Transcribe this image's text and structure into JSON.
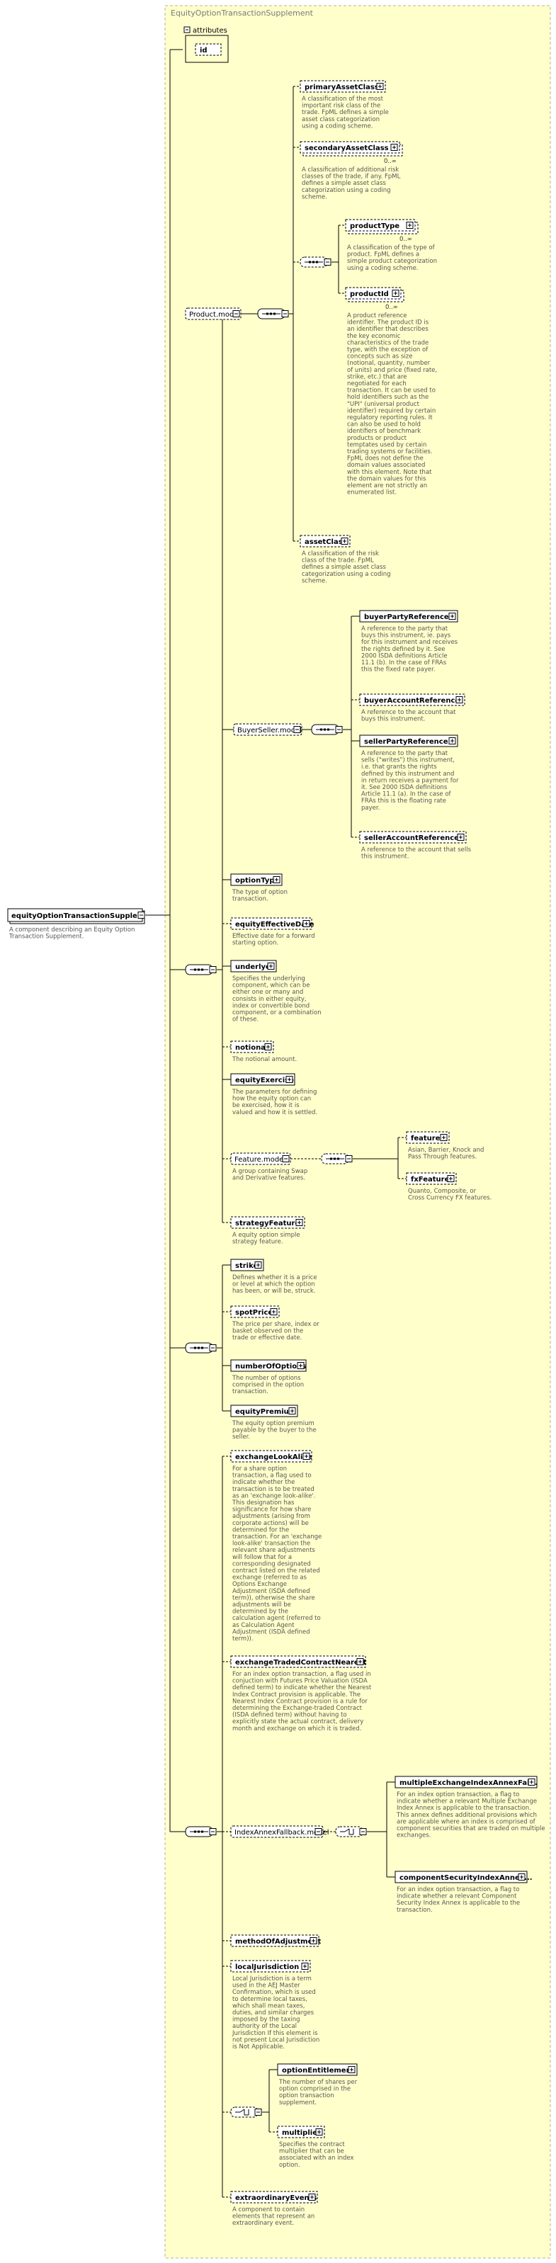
{
  "diagram": {
    "title": "EquityOptionTransactionSupplement",
    "root": {
      "label": "equityOptionTransactionSupple...",
      "doc": [
        "A component describing an Equity Option",
        "Transaction Supplement."
      ]
    },
    "attributes": {
      "label": "attributes",
      "id_label": "id"
    },
    "product_model": {
      "label": "Product.model",
      "primaryAssetClass": {
        "label": "primaryAssetClass",
        "doc": [
          "A classification of the most",
          "important risk class of the",
          "trade. FpML defines a simple",
          "asset class categorization",
          "using a coding scheme."
        ]
      },
      "secondaryAssetClass": {
        "label": "secondaryAssetClass",
        "occ": "0..∞",
        "doc": [
          "A classification of additional risk",
          "classes of the trade, if any. FpML",
          "defines a simple asset class",
          "categorization using a coding",
          "scheme."
        ]
      },
      "productType": {
        "label": "productType",
        "occ": "0..∞",
        "doc": [
          "A classification of the type of",
          "product. FpML defines a",
          "simple product categorization",
          "using a coding scheme."
        ]
      },
      "productId": {
        "label": "productId",
        "occ": "0..∞",
        "doc": [
          "A product reference",
          "identifier. The product ID is",
          "an identifier that describes",
          "the key economic",
          "characteristics of the trade",
          "type, with the exception of",
          "concepts such as size",
          "(notional, quantity, number",
          "of units) and price (fixed rate,",
          "strike, etc.) that are",
          "negotiated for each",
          "transaction. It can be used to",
          "hold identifiers such as the",
          "\"UPI\" (universal product",
          "identifier) required by certain",
          "regulatory reporting rules. It",
          "can also be used to hold",
          "identifiers of benchmark",
          "products or product",
          "temptates used by certain",
          "trading systems or facilities.",
          "FpML does not define the",
          "domain values associated",
          "with this element. Note that",
          "the domain values for this",
          "element are not strictly an",
          "enumerated list."
        ]
      },
      "assetClass": {
        "label": "assetClass",
        "doc": [
          "A classification of the risk",
          "class of the trade. FpML",
          "defines a simple asset class",
          "categorization using a coding",
          "scheme."
        ]
      }
    },
    "buyer_seller_model": {
      "label": "BuyerSeller.model",
      "buyerPartyReference": {
        "label": "buyerPartyReference",
        "doc": [
          "A reference to the party that",
          "buys this instrument, ie. pays",
          "for this instrument and receives",
          "the rights defined by it. See",
          "2000 ISDA definitions Article",
          "11.1 (b). In the case of FRAs",
          "this the fixed rate payer."
        ]
      },
      "buyerAccountReference": {
        "label": "buyerAccountReference",
        "doc": [
          "A reference to the account that",
          "buys this instrument."
        ]
      },
      "sellerPartyReference": {
        "label": "sellerPartyReference",
        "doc": [
          "A reference to the party that",
          "sells (\"writes\") this instrument,",
          "i.e. that grants the rights",
          "defined by this instrument and",
          "in return receives a payment for",
          "it. See 2000 ISDA definitions",
          "Article 11.1 (a). In the case of",
          "FRAs this is the floating rate",
          "payer."
        ]
      },
      "sellerAccountReference": {
        "label": "sellerAccountReference",
        "doc": [
          "A reference to the account that sells",
          "this instrument."
        ]
      }
    },
    "optionType": {
      "label": "optionType",
      "doc": [
        "The type of option",
        "transaction."
      ]
    },
    "equityEffectiveDate": {
      "label": "equityEffectiveDate",
      "doc": [
        "Effective date for a forward",
        "starting option."
      ]
    },
    "underlyer": {
      "label": "underlyer",
      "doc": [
        "Specifies the underlying",
        "component, which can be",
        "either one or many and",
        "consists in either equity,",
        "index or convertible bond",
        "component, or a combination",
        "of these."
      ]
    },
    "notional": {
      "label": "notional",
      "doc": [
        "The notional amount."
      ]
    },
    "equityExercise": {
      "label": "equityExercise",
      "doc": [
        "The parameters for defining",
        "how the equity option can",
        "be exercised, how it is",
        "valued and how it is settled."
      ]
    },
    "feature_model": {
      "label": "Feature.model",
      "doc": [
        "A group containing Swap",
        "and Derivative features."
      ],
      "feature": {
        "label": "feature",
        "doc": [
          "Asian, Barrier, Knock and",
          "Pass Through features."
        ]
      },
      "fxFeature": {
        "label": "fxFeature",
        "doc": [
          "Quanto, Composite, or",
          "Cross Currency FX features."
        ]
      }
    },
    "strategyFeature": {
      "label": "strategyFeature",
      "doc": [
        "A equity option simple",
        "strategy feature."
      ]
    },
    "strike": {
      "label": "strike",
      "doc": [
        "Defines whether it is a price",
        "or level at which the option",
        "has been, or will be, struck."
      ]
    },
    "spotPrice": {
      "label": "spotPrice",
      "doc": [
        "The price per share, index or",
        "basket observed on the",
        "trade or effective date."
      ]
    },
    "numberOfOptions": {
      "label": "numberOfOptions",
      "doc": [
        "The number of options",
        "comprised in the option",
        "transaction."
      ]
    },
    "equityPremium": {
      "label": "equityPremium",
      "doc": [
        "The equity option premium",
        "payable by the buyer to the",
        "seller."
      ]
    },
    "exchangeLookAlike": {
      "label": "exchangeLookAlike",
      "doc": [
        "For a share option",
        "transaction, a flag used to",
        "indicate whether the",
        "transaction is to be treated",
        "as an 'exchange look-alike'.",
        "This designation has",
        "significance for how share",
        "adjustments (arising from",
        "corporate actions) will be",
        "determined for the",
        "transaction. For an 'exchange",
        "look-alike' transaction the",
        "relevant share adjustments",
        "will follow that for a",
        "corresponding designated",
        "contract listed on the related",
        "exchange (referred to as",
        "Options Exchange",
        "Adjustment (ISDA defined",
        "term)), otherwise the share",
        "adjustments will be",
        "determined by the",
        "calculation agent (referred to",
        "as Calculation Agent",
        "Adjustment (ISDA defined",
        "term))."
      ]
    },
    "exchangeTradedContractNearest": {
      "label": "exchangeTradedContractNearest",
      "doc": [
        "For an index option transaction, a flag used in",
        "conjuction with Futures Price Valuation (ISDA",
        "defined term) to indicate whether the Nearest",
        "Index Contract provision is applicable. The",
        "Nearest Index Contract provision is a rule for",
        "determining the Exchange-traded Contract",
        "(ISDA defined term) without having to",
        "explicitly state the actual contract, delivery",
        "month and exchange on which it is traded."
      ]
    },
    "indexAnnexFallback": {
      "label": "IndexAnnexFallback.model",
      "multipleExchangeIndexAnnexFallback": {
        "label": "multipleExchangeIndexAnnexFal...",
        "doc": [
          "For an index option transaction, a flag to",
          "indicate whether a relevant Multiple Exchange",
          "Index Annex is applicable to the transaction.",
          "This annex defines additional provisions which",
          "are applicable where an index is comprised of",
          "component securities that are traded on multiple",
          "exchanges."
        ]
      },
      "componentSecurityIndexAnnexFallback": {
        "label": "componentSecurityIndexAnnex...",
        "doc": [
          "For an index option transaction, a flag to",
          "indicate whether a relevant Component",
          "Security Index Annex is applicable to the",
          "transaction."
        ]
      }
    },
    "methodOfAdjustment": {
      "label": "methodOfAdjustment"
    },
    "localJurisdiction": {
      "label": "localJurisdiction",
      "doc": [
        "Local Jurisdiction is a term",
        "used in the AEJ Master",
        "Confirmation, which is used",
        "to determine local taxes,",
        "which shall mean taxes,",
        "duties, and similar charges",
        "imposed by the taxing",
        "authority of the Local",
        "Jurisdiction If this element is",
        "not present Local Jurisdiction",
        "is Not Applicable."
      ]
    },
    "optionEntitlement": {
      "label": "optionEntitlement",
      "doc": [
        "The number of shares per",
        "option comprised in the",
        "option transaction",
        "supplement."
      ]
    },
    "multiplier": {
      "label": "multiplier",
      "doc": [
        "Specifies the contract",
        "multiplier that can be",
        "associated with an index",
        "option."
      ]
    },
    "extraordinaryEvents": {
      "label": "extraordinaryEvents",
      "doc": [
        "A component to contain",
        "elements that represent an",
        "extraordinary event."
      ]
    }
  },
  "colors": {
    "background": "#ffffcc",
    "border": "#b5b58a",
    "node_fill": "#ffffff",
    "line": "#000000",
    "doc_text": "#555555"
  }
}
